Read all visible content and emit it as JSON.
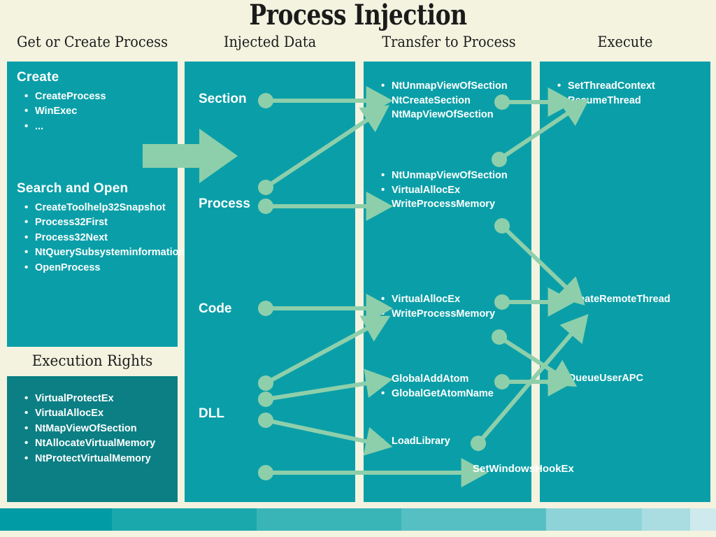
{
  "page": {
    "title": "Process Injection",
    "background": "#f3f3e0",
    "accent_teal": "#0a9fa8",
    "accent_teal_dark": "#0b7f84",
    "accent_green": "#8ecfab"
  },
  "columns": [
    {
      "id": "get-or-create-process",
      "header": "Get or Create Process"
    },
    {
      "id": "injected-data",
      "header": "Injected Data"
    },
    {
      "id": "transfer-to-process",
      "header": "Transfer to Process"
    },
    {
      "id": "execute",
      "header": "Execute"
    }
  ],
  "get_or_create_process": {
    "create": {
      "heading": "Create",
      "items": [
        "CreateProcess",
        "WinExec",
        "..."
      ]
    },
    "search_and_open": {
      "heading": "Search and Open",
      "items": [
        "CreateToolhelp32Snapshot",
        "Process32First",
        "Process32Next",
        "NtQuerySubsysteminformation",
        "OpenProcess"
      ]
    }
  },
  "execution_rights": {
    "heading": "Execution Rights",
    "items": [
      "VirtualProtectEx",
      "VirtualAllocEx",
      "NtMapViewOfSection",
      "NtAllocateVirtualMemory",
      "NtProtectVirtualMemory"
    ]
  },
  "injected_data": {
    "categories": [
      "Section",
      "Process",
      "Code",
      "DLL"
    ]
  },
  "transfer_to_process": {
    "groups": [
      {
        "name": "section-transfer",
        "items": [
          "NtUnmapViewOfSection",
          "NtCreateSection",
          "NtMapViewOfSection"
        ]
      },
      {
        "name": "process-transfer",
        "items": [
          "NtUnmapViewOfSection",
          "VirtualAllocEx",
          "WriteProcessMemory"
        ]
      },
      {
        "name": "code-transfer",
        "items": [
          "VirtualAllocEx",
          "WriteProcessMemory"
        ]
      },
      {
        "name": "atom-transfer",
        "items": [
          "GlobalAddAtom",
          "GlobalGetAtomName"
        ]
      },
      {
        "name": "loadlibrary-transfer",
        "items": [
          "LoadLibrary"
        ]
      }
    ],
    "hook_label": "SetWindowsHookEx"
  },
  "execute": {
    "groups": [
      {
        "name": "thread-context",
        "items": [
          "SetThreadContext",
          "ResumeThread"
        ]
      },
      {
        "name": "remote-thread",
        "items": [
          "CreateRemoteThread"
        ]
      },
      {
        "name": "apc",
        "items": [
          "QueueUserAPC"
        ]
      }
    ]
  },
  "palette_strip": [
    "#009ba4",
    "#1aa8ad",
    "#39b5b8",
    "#55bfc4",
    "#8ed3d8",
    "#a9dde2",
    "#cfeaec",
    "#e2f2f3"
  ]
}
